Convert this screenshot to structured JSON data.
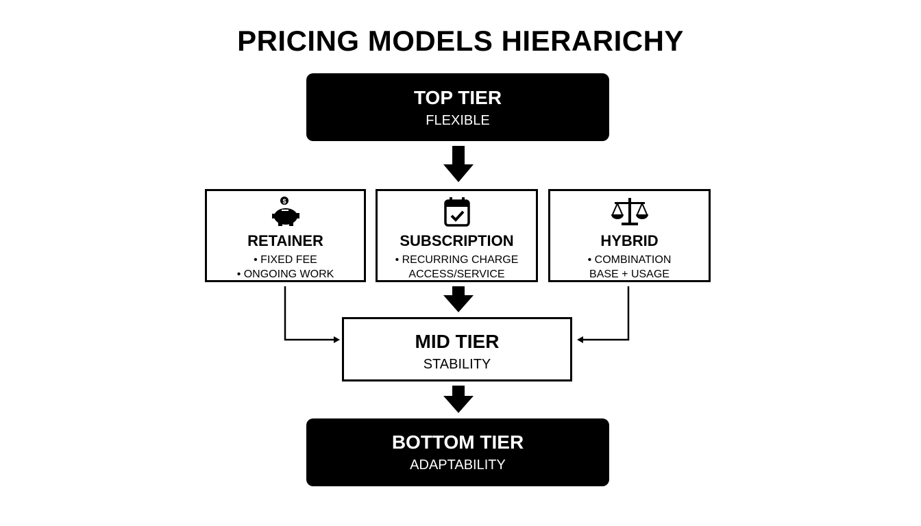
{
  "title": "PRICING MODELS HIERARICHY",
  "top_tier": {
    "heading": "TOP TIER",
    "subtitle": "FLEXIBLE"
  },
  "models": [
    {
      "heading": "RETAINER",
      "icon": "piggy-bank-icon",
      "lines": [
        "• FIXED FEE",
        "• ONGOING WORK"
      ]
    },
    {
      "heading": "SUBSCRIPTION",
      "icon": "calendar-check-icon",
      "lines": [
        "• RECURRING CHARGE",
        "ACCESS/SERVICE"
      ]
    },
    {
      "heading": "HYBRID",
      "icon": "scales-icon",
      "lines": [
        "• COMBINATION",
        "BASE + USAGE"
      ]
    }
  ],
  "mid_tier": {
    "heading": "MID TIER",
    "subtitle": "STABILITY"
  },
  "bottom_tier": {
    "heading": "BOTTOM TIER",
    "subtitle": "ADAPTABILITY"
  }
}
